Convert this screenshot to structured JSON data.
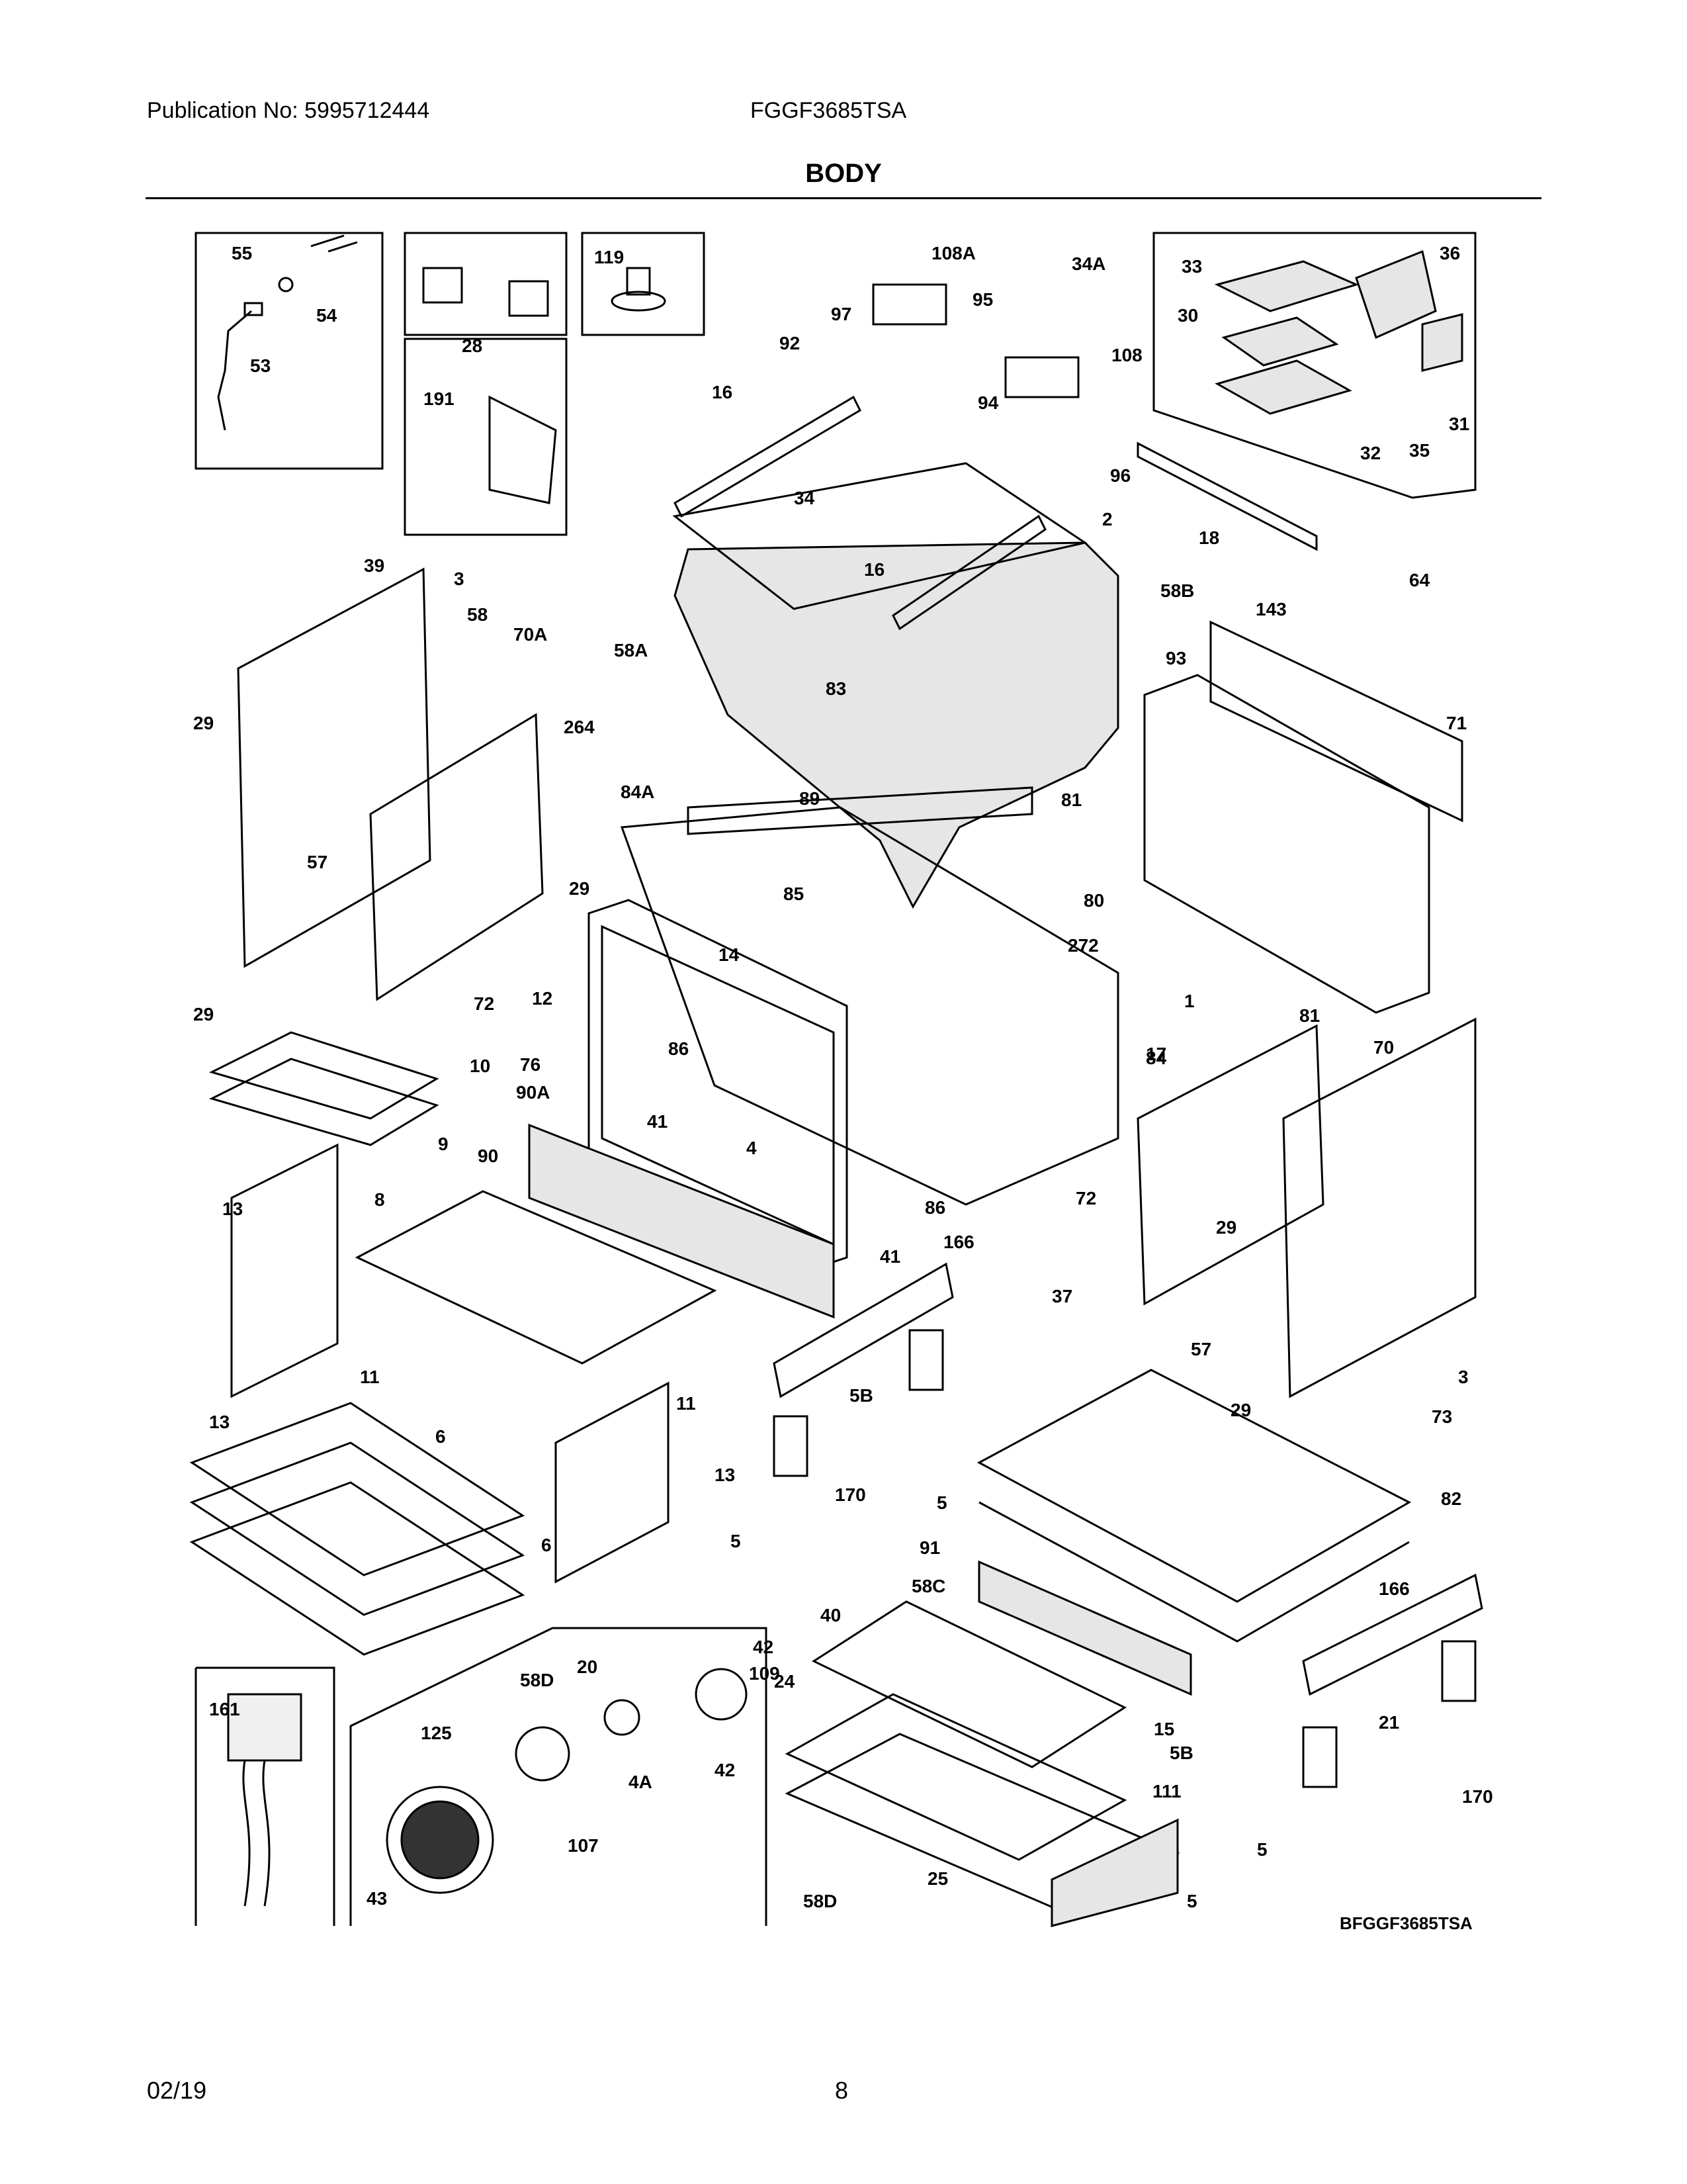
{
  "header": {
    "publication": "Publication No: 5995712444",
    "model": "FGGF3685TSA",
    "title": "BODY"
  },
  "footer": {
    "date": "02/19",
    "page": "8"
  },
  "figure_id": "BFGGF3685TSA",
  "labels": [
    "55",
    "54",
    "53",
    "28",
    "119",
    "191",
    "108A",
    "97",
    "95",
    "92",
    "34A",
    "33",
    "36",
    "30",
    "31",
    "32",
    "35",
    "108",
    "94",
    "16",
    "96",
    "34",
    "18",
    "39",
    "3",
    "58",
    "70A",
    "2",
    "16",
    "58B",
    "64",
    "143",
    "58A",
    "29",
    "264",
    "83",
    "93",
    "71",
    "84A",
    "89",
    "81",
    "57",
    "85",
    "29",
    "80",
    "272",
    "14",
    "1",
    "72",
    "12",
    "29",
    "81",
    "86",
    "17",
    "70",
    "10",
    "76",
    "90A",
    "41",
    "84",
    "9",
    "90",
    "4",
    "86",
    "72",
    "29",
    "13",
    "8",
    "166",
    "41",
    "37",
    "11",
    "5B",
    "57",
    "3",
    "13",
    "6",
    "11",
    "29",
    "73",
    "13",
    "170",
    "5",
    "82",
    "6",
    "5",
    "91",
    "58C",
    "166",
    "40",
    "42",
    "20",
    "109",
    "58D",
    "24",
    "15",
    "161",
    "125",
    "42",
    "5B",
    "21",
    "4A",
    "111",
    "107",
    "43",
    "25",
    "58D",
    "5",
    "5",
    "170"
  ]
}
